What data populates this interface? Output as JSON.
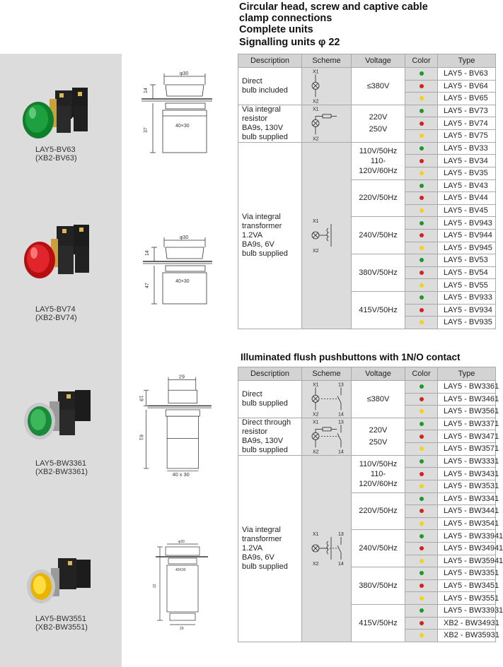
{
  "header": {
    "line1": "Circular head,  screw and captive cable",
    "line2": "clamp connections",
    "line3": "Complete  units",
    "line4": "Signalling units  φ 22"
  },
  "colors": {
    "green": "#1a9a2a",
    "red": "#d62020",
    "yellow": "#f2d21a"
  },
  "products": [
    {
      "name": "LAY5-BV63",
      "alt": "(XB2-BV63)",
      "color": "green-lamp"
    },
    {
      "name": "LAY5-BV74",
      "alt": "(XB2-BV74)",
      "color": "red-lamp"
    },
    {
      "name": "LAY5-BW3361",
      "alt": "(XB2-BW3361)",
      "color": "green-flush"
    },
    {
      "name": "LAY5-BW3551",
      "alt": "(XB2-BW3551)",
      "color": "yellow-flush"
    }
  ],
  "drawings": {
    "d1_top": "φ30",
    "d1_h1": "14",
    "d1_h2": "37",
    "d1_base": "40×30",
    "d2_top": "φ30",
    "d2_h1": "14",
    "d2_h2": "47",
    "d2_base": "40×30",
    "d3_top": "29",
    "d3_h1": "19",
    "d3_h2": "61",
    "d3_base": "40 x 30",
    "d4_top": "φ30",
    "d4_mid": "40X30",
    "d4_h1": "22",
    "d4_base": "29"
  },
  "table_headers": {
    "description": "Description",
    "scheme": "Scheme",
    "voltage": "Voltage",
    "color": "Color",
    "type": "Type"
  },
  "section2_title": "Illuminated flush pushbuttons with 1N/O contact",
  "table1": {
    "groups": [
      {
        "desc": [
          "Direct",
          "bulb included"
        ],
        "voltages": [
          {
            "label": [
              "≤380V"
            ],
            "rows": [
              [
                "green",
                "LAY5 - BV63"
              ],
              [
                "red",
                "LAY5 - BV64"
              ],
              [
                "yellow",
                "LAY5 - BV65"
              ]
            ]
          }
        ]
      },
      {
        "desc": [
          "Via integral",
          "resistor",
          "BA9s, 130V",
          "bulb supplied"
        ],
        "voltages": [
          {
            "label": [
              "220V",
              "250V"
            ],
            "rows": [
              [
                "green",
                "LAY5 - BV73"
              ],
              [
                "red",
                "LAY5 - BV74"
              ],
              [
                "yellow",
                "LAY5 - BV75"
              ]
            ]
          }
        ]
      },
      {
        "desc": [
          "Via integral",
          "transformer",
          "1.2VA",
          "BA9s, 6V",
          "bulb supplied"
        ],
        "voltages": [
          {
            "label": [
              "110V/50Hz",
              "110-120V/60Hz"
            ],
            "rows": [
              [
                "green",
                "LAY5 - BV33"
              ],
              [
                "red",
                "LAY5 - BV34"
              ],
              [
                "yellow",
                "LAY5 - BV35"
              ]
            ]
          },
          {
            "label": [
              "220V/50Hz"
            ],
            "rows": [
              [
                "green",
                "LAY5 - BV43"
              ],
              [
                "red",
                "LAY5 - BV44"
              ],
              [
                "yellow",
                "LAY5 - BV45"
              ]
            ]
          },
          {
            "label": [
              "240V/50Hz"
            ],
            "rows": [
              [
                "green",
                "LAY5 - BV943"
              ],
              [
                "red",
                "LAY5 - BV944"
              ],
              [
                "yellow",
                "LAY5 - BV945"
              ]
            ]
          },
          {
            "label": [
              "380V/50Hz"
            ],
            "rows": [
              [
                "green",
                "LAY5 - BV53"
              ],
              [
                "red",
                "LAY5 - BV54"
              ],
              [
                "yellow",
                "LAY5 - BV55"
              ]
            ]
          },
          {
            "label": [
              "415V/50Hz"
            ],
            "rows": [
              [
                "green",
                "LAY5 - BV933"
              ],
              [
                "red",
                "LAY5 - BV934"
              ],
              [
                "yellow",
                "LAY5 - BV935"
              ]
            ]
          }
        ]
      }
    ]
  },
  "table2": {
    "groups": [
      {
        "desc": [
          "Direct",
          "bulb supplied"
        ],
        "voltages": [
          {
            "label": [
              "≤380V"
            ],
            "rows": [
              [
                "green",
                "LAY5 - BW3361"
              ],
              [
                "red",
                "LAY5 - BW3461"
              ],
              [
                "yellow",
                "LAY5 - BW3561"
              ]
            ]
          }
        ]
      },
      {
        "desc": [
          "Direct through",
          "resistor",
          "BA9s, 130V",
          "bulb supplied"
        ],
        "voltages": [
          {
            "label": [
              "220V",
              "250V"
            ],
            "rows": [
              [
                "green",
                "LAY5 - BW3371"
              ],
              [
                "red",
                "LAY5 - BW3471"
              ],
              [
                "yellow",
                "LAY5 - BW3571"
              ]
            ]
          }
        ]
      },
      {
        "desc": [
          "Via integral",
          "transformer",
          "1.2VA",
          "BA9s, 6V",
          "bulb supplied"
        ],
        "voltages": [
          {
            "label": [
              "110V/50Hz",
              "110-120V/60Hz"
            ],
            "rows": [
              [
                "green",
                "LAY5 - BW3331"
              ],
              [
                "red",
                "LAY5 - BW3431"
              ],
              [
                "yellow",
                "LAY5 - BW3531"
              ]
            ]
          },
          {
            "label": [
              "220V/50Hz"
            ],
            "rows": [
              [
                "green",
                "LAY5 - BW3341"
              ],
              [
                "red",
                "LAY5 - BW3441"
              ],
              [
                "yellow",
                "LAY5 - BW3541"
              ]
            ]
          },
          {
            "label": [
              "240V/50Hz"
            ],
            "rows": [
              [
                "green",
                "LAY5 - BW33941"
              ],
              [
                "red",
                "LAY5 - BW34941"
              ],
              [
                "yellow",
                "LAY5 - BW35941"
              ]
            ]
          },
          {
            "label": [
              "380V/50Hz"
            ],
            "rows": [
              [
                "green",
                "LAY5 - BW3351"
              ],
              [
                "red",
                "LAY5 - BW3451"
              ],
              [
                "yellow",
                "LAY5 - BW3551"
              ]
            ]
          },
          {
            "label": [
              "415V/50Hz"
            ],
            "rows": [
              [
                "green",
                "LAY5 - BW33931"
              ],
              [
                "red",
                "XB2 - BW34931"
              ],
              [
                "yellow",
                "XB2 - BW35931"
              ]
            ]
          }
        ]
      }
    ]
  },
  "scheme_labels": {
    "x1": "X1",
    "x2": "X2",
    "n13": "13",
    "n14": "14"
  }
}
